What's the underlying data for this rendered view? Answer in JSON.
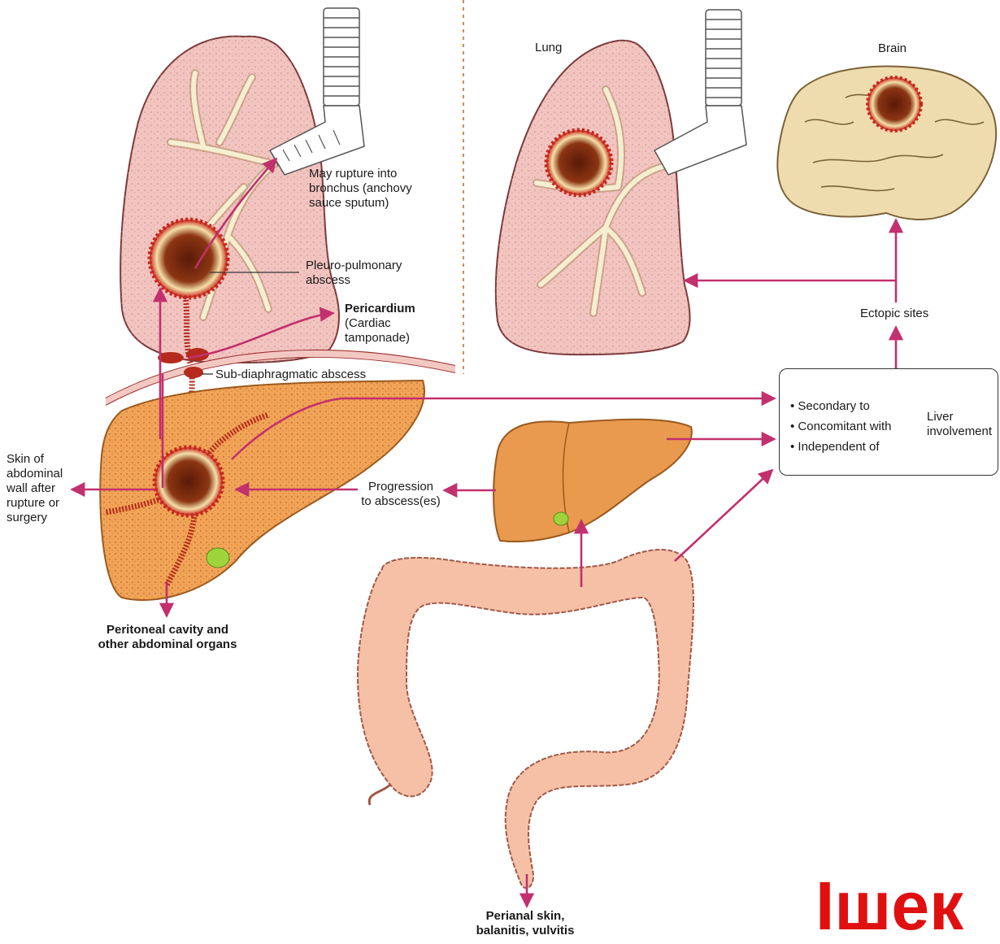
{
  "labels": {
    "lung": "Lung",
    "brain": "Brain",
    "rupture_bronchus": [
      "May rupture into",
      "bronchus (anchovy",
      "sauce sputum)"
    ],
    "pleuro_pulmonary": [
      "Pleuro-pulmonary",
      "abscess"
    ],
    "pericardium_title": "Pericardium",
    "pericardium_detail": [
      "(Cardiac",
      "tamponade)"
    ],
    "sub_diaphragmatic": "Sub-diaphragmatic abscess",
    "skin_abdominal": [
      "Skin of",
      "abdominal",
      "wall after",
      "rupture or",
      "surgery"
    ],
    "peritoneal": [
      "Peritoneal cavity and",
      "other abdominal organs"
    ],
    "progression": [
      "Progression",
      "to abscess(es)"
    ],
    "ectopic": "Ectopic sites",
    "perianal": [
      "Perianal skin,",
      "balanitis, vulvitis"
    ],
    "liver_involvement": [
      "Liver",
      "involvement"
    ],
    "relations": [
      "• Secondary to",
      "• Concomitant with",
      "• Independent of"
    ]
  },
  "watermark": "Ішек",
  "colors": {
    "arrow": "#c2306e",
    "lung_fill": "#f2c4c0",
    "liver_fill": "#f0a458",
    "colon_fill": "#f6c0a6",
    "brain_fill": "#efdcae",
    "abscess": "#b52a1c",
    "watermark": "#e01010"
  }
}
